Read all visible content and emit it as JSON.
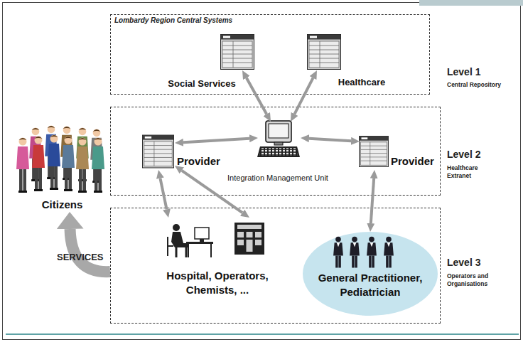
{
  "diagram": {
    "nodes": [
      {
        "text": [
          "Lombardy Region Central Systems",
          "Level 1",
          "Central Repository"
        ]
      },
      {
        "text": [
          "Social Services"
        ],
        "in": 0
      },
      {
        "text": [
          "Healthcare"
        ],
        "in": 0
      },
      {
        "text": [
          "Level 2",
          "Healthcare Extranet"
        ]
      },
      {
        "text": [
          "Provider"
        ],
        "in": 3
      },
      {
        "text": [
          "Integration Management Unit"
        ],
        "in": 3
      },
      {
        "text": [
          "Provider"
        ],
        "in": 3
      },
      {
        "text": [
          "Level 3",
          "Operators and Organisations"
        ]
      },
      {
        "text": [
          "Hospital, Operators, Chemists, ..."
        ],
        "in": 7
      },
      {
        "text": [
          "General Practitioner, Pediatrician"
        ],
        "in": 7
      },
      {
        "text": [
          "Citizens"
        ]
      }
    ],
    "edges": [
      {
        "from": 1,
        "to": 5,
        "arrow": "both"
      },
      {
        "from": 2,
        "to": 5,
        "arrow": "both"
      },
      {
        "from": 4,
        "to": 5,
        "arrow": "both"
      },
      {
        "from": 5,
        "to": 6,
        "arrow": "both"
      },
      {
        "from": 4,
        "to": 8,
        "arrow": "both"
      },
      {
        "from": 4,
        "to": 8,
        "arrow": "both"
      },
      {
        "from": 6,
        "to": 9,
        "arrow": "both"
      },
      {
        "from": 7,
        "to": 10,
        "label": "SERVICES",
        "arrow": "to"
      }
    ]
  }
}
